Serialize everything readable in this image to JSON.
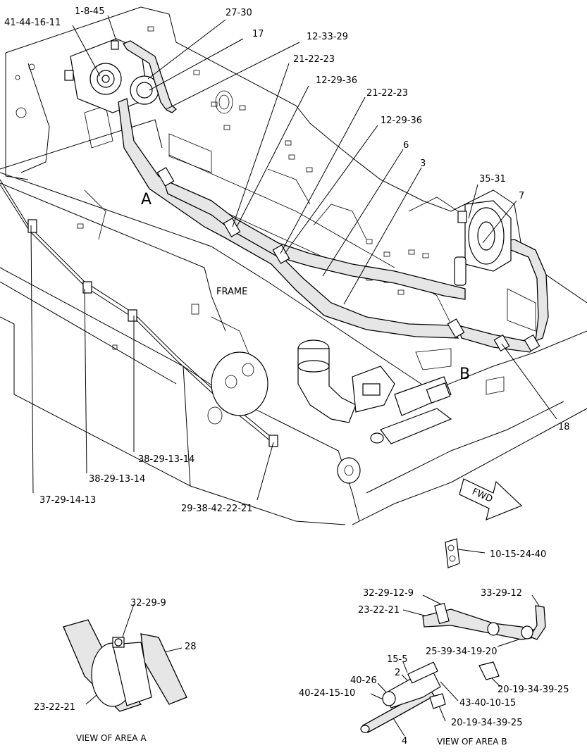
{
  "diagram": {
    "frame_label": "FRAME",
    "area_a": "A",
    "area_b": "B",
    "fwd": "FWD",
    "view_a_caption": "VIEW OF AREA  A",
    "view_b_caption": "VIEW OF AREA B",
    "callouts": [
      {
        "id": "c1",
        "text": "1-8-45"
      },
      {
        "id": "c2",
        "text": "27-30"
      },
      {
        "id": "c3",
        "text": "41-44-16-11"
      },
      {
        "id": "c4",
        "text": "17"
      },
      {
        "id": "c5",
        "text": "12-33-29"
      },
      {
        "id": "c6",
        "text": "21-22-23"
      },
      {
        "id": "c7",
        "text": "12-29-36"
      },
      {
        "id": "c8",
        "text": "21-22-23"
      },
      {
        "id": "c9",
        "text": "12-29-36"
      },
      {
        "id": "c10",
        "text": "6"
      },
      {
        "id": "c11",
        "text": "3"
      },
      {
        "id": "c12",
        "text": "35-31"
      },
      {
        "id": "c13",
        "text": "7"
      },
      {
        "id": "c14",
        "text": "18"
      },
      {
        "id": "c15",
        "text": "38-29-13-14"
      },
      {
        "id": "c16",
        "text": "38-29-13-14"
      },
      {
        "id": "c17",
        "text": "37-29-14-13"
      },
      {
        "id": "c18",
        "text": "29-38-42-22-21"
      },
      {
        "id": "c19",
        "text": "10-15-24-40"
      },
      {
        "id": "c20",
        "text": "32-29-12-9"
      },
      {
        "id": "c21",
        "text": "33-29-12"
      },
      {
        "id": "c22",
        "text": "23-22-21"
      },
      {
        "id": "c23",
        "text": "25-39-34-19-20"
      },
      {
        "id": "c24",
        "text": "15-5"
      },
      {
        "id": "c25",
        "text": "2"
      },
      {
        "id": "c26",
        "text": "40-26"
      },
      {
        "id": "c27",
        "text": "40-24-15-10"
      },
      {
        "id": "c28",
        "text": "20-19-34-39-25"
      },
      {
        "id": "c29",
        "text": "43-40-10-15"
      },
      {
        "id": "c30",
        "text": "20-19-34-39-25"
      },
      {
        "id": "c31",
        "text": "4"
      },
      {
        "id": "c32",
        "text": "32-29-9"
      },
      {
        "id": "c33",
        "text": "28"
      },
      {
        "id": "c34",
        "text": "23-22-21"
      }
    ]
  }
}
